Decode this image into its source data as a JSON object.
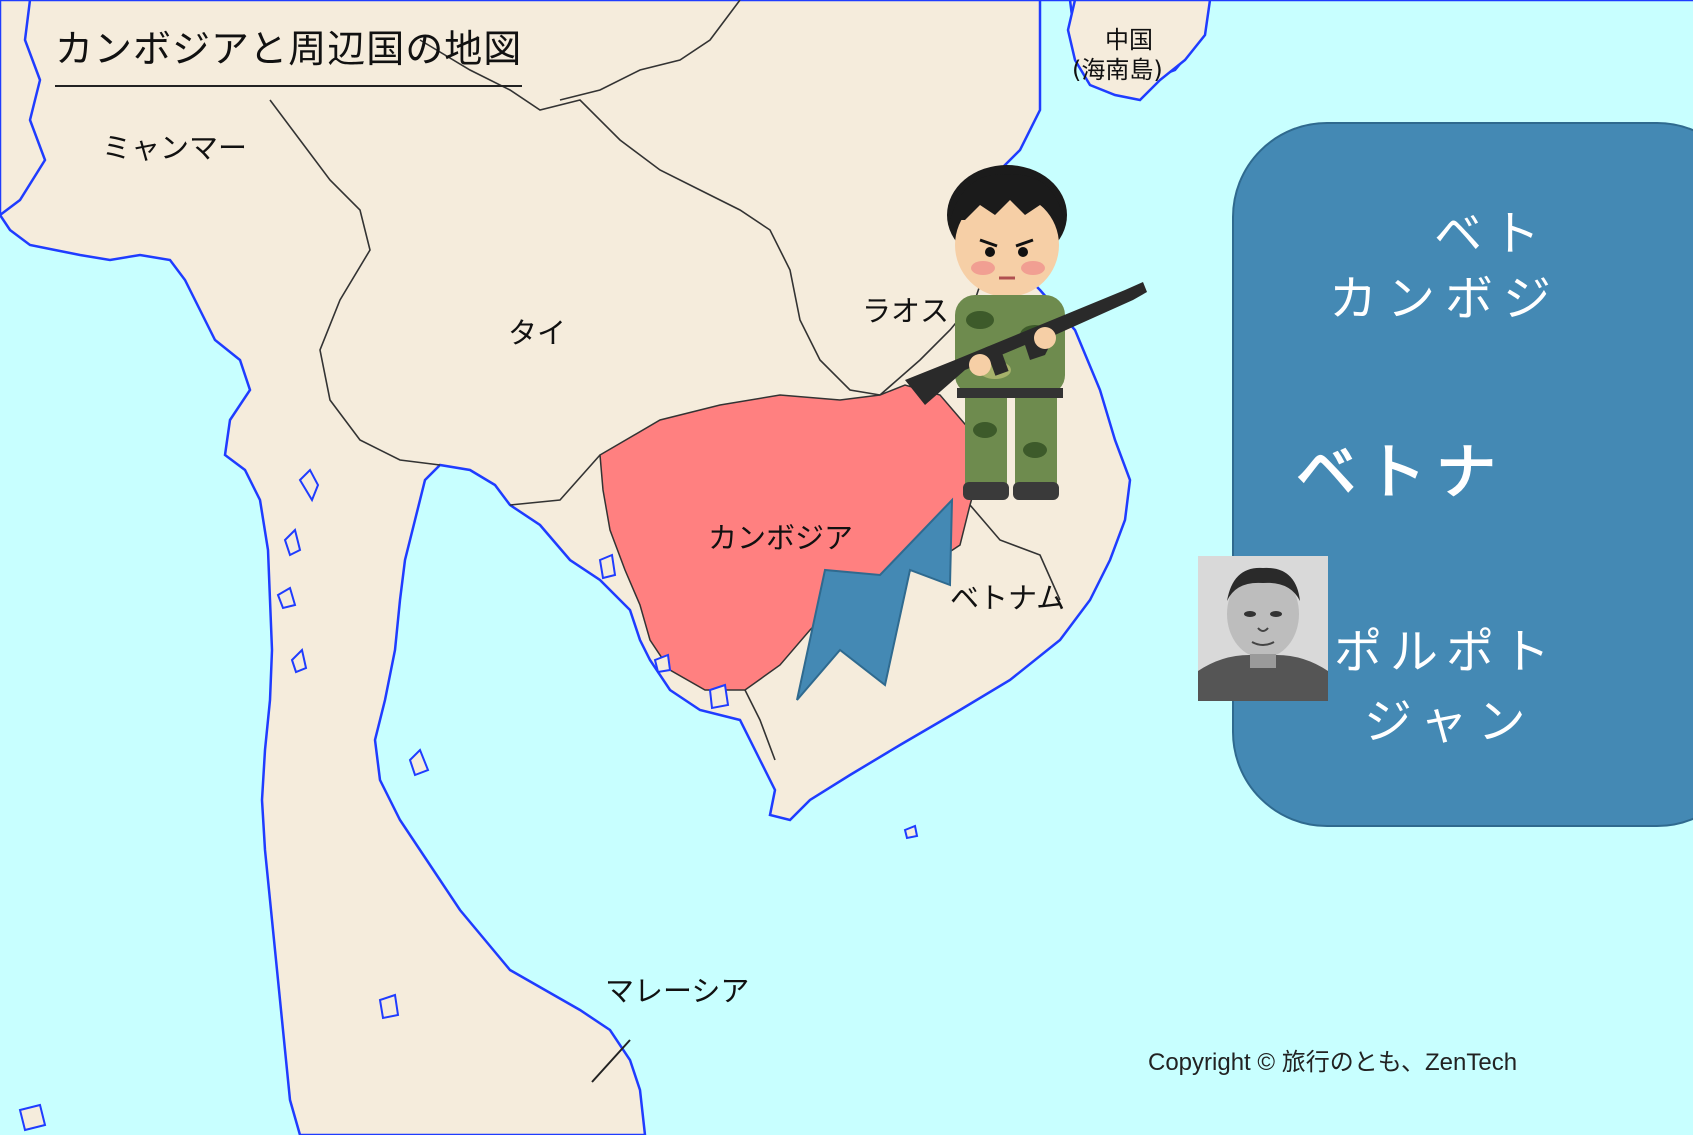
{
  "map": {
    "title": "カンボジアと周辺国の地図",
    "labels": {
      "china": "中国",
      "hainan": "(海南島)",
      "myanmar": "ミャンマー",
      "thailand": "タイ",
      "laos": "ラオス",
      "cambodia": "カンボジア",
      "vietnam": "ベトナム",
      "malaysia": "マレーシア"
    },
    "copyright": "Copyright © 旅行のとも、ZenTech",
    "colors": {
      "sea": "#c8ffff",
      "land": "#f5ecdc",
      "border": "#333333",
      "coast": "#1f3cff",
      "cambodia": "#ff8080",
      "arrow": "#4489b4",
      "info_box": "#4489b4"
    }
  },
  "info_box": {
    "line1": "ベト",
    "line2": "カンボジ",
    "line3": "ベトナ",
    "line4": "ポルポト",
    "line5": "ジャン"
  },
  "icons": {
    "soldier": "soldier-illustration",
    "portrait": "portrait-photo",
    "arrow": "invasion-arrow"
  }
}
